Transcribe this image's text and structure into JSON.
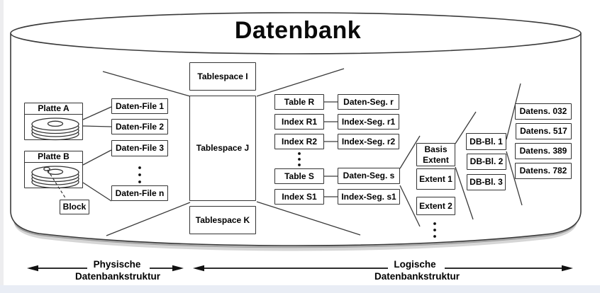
{
  "title": "Datenbank",
  "physical": {
    "disks": [
      {
        "name": "Platte A"
      },
      {
        "name": "Platte B"
      }
    ],
    "block": "Block",
    "files": [
      "Daten-File 1",
      "Daten-File 2",
      "Daten-File 3",
      "Daten-File n"
    ]
  },
  "tablespaces": [
    "Tablespace I",
    "Tablespace J",
    "Tablespace K"
  ],
  "logical": {
    "tables": [
      "Table R",
      "Index R1",
      "Index R2",
      "Table S",
      "Index S1"
    ],
    "segments": [
      "Daten-Seg. r",
      "Index-Seg. r1",
      "Index-Seg. r2",
      "Daten-Seg. s",
      "Index-Seg. s1"
    ],
    "extents": [
      "Basis Extent",
      "Extent 1",
      "Extent 2"
    ],
    "db_blocks": [
      "DB-Bl. 1",
      "DB-Bl. 2",
      "DB-Bl. 3"
    ],
    "records": [
      "Datens. 032",
      "Datens. 517",
      "Datens. 389",
      "Datens. 782"
    ]
  },
  "axis_labels": {
    "physical_line1": "Physische",
    "physical_line2": "Datenbankstruktur",
    "logical_line1": "Logische",
    "logical_line2": "Datenbankstruktur"
  },
  "colors": {
    "stroke": "#333333",
    "text": "#000000",
    "canvas": "#ffffff"
  }
}
